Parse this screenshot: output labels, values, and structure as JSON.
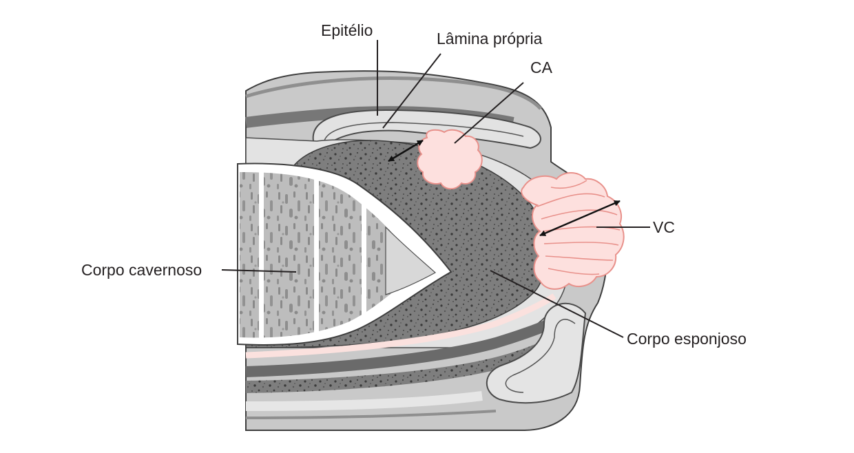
{
  "labels": {
    "epitelio": "Epitélio",
    "lamina_propria": "Lâmina própria",
    "ca": "CA",
    "vc": "VC",
    "corpo_cavernoso": "Corpo cavernoso",
    "corpo_esponjoso": "Corpo esponjoso"
  },
  "colors": {
    "outline": "#3d3d3d",
    "tissue_light": "#d4d4d4",
    "tissue_mid": "#b5b5b5",
    "tissue_dark": "#7a7a7a",
    "spongy": "#7c7c7c",
    "lesion_fill": "#fde0de",
    "lesion_edge": "#e8908a",
    "leader": "#231f20"
  }
}
